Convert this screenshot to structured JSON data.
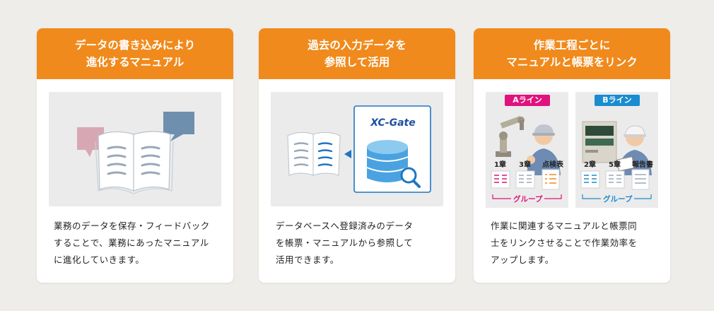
{
  "cards": [
    {
      "title_lines": [
        "データの書き込みにより",
        "進化するマニュアル"
      ],
      "desc_lines": [
        "業務のデータを保存・フィードバック",
        "することで、業務にあったマニュアル",
        "に進化していきます。"
      ]
    },
    {
      "title_lines": [
        "過去の入力データを",
        "参照して活用"
      ],
      "desc_lines": [
        "データベースへ登録済みのデータ",
        "を帳票・マニュアルから参照して",
        "活用できます。"
      ]
    },
    {
      "title_lines": [
        "作業工程ごとに",
        "マニュアルと帳票をリンク"
      ],
      "desc_lines": [
        "作業に関連するマニュアルと帳票同",
        "士をリンクさせることで作業効率を",
        "アップします。"
      ]
    }
  ],
  "db_logo": "XC-Gate",
  "lines": [
    {
      "tag": "Aライン",
      "tag_color": "#e0127d",
      "docs": [
        "1章",
        "3章",
        "点検表"
      ],
      "group": "グループ",
      "group_color": "#e0127d"
    },
    {
      "tag": "Bライン",
      "tag_color": "#1a8ccf",
      "docs": [
        "2章",
        "5章",
        "報告書"
      ],
      "group": "グループ",
      "group_color": "#1a8ccf"
    }
  ],
  "colors": {
    "header": "#f08a1c",
    "book_lines": "#9aa8b8",
    "bubble_pink": "#d7a8b4",
    "bubble_blue": "#6e8fae",
    "db_blue": "#1f76c2"
  }
}
